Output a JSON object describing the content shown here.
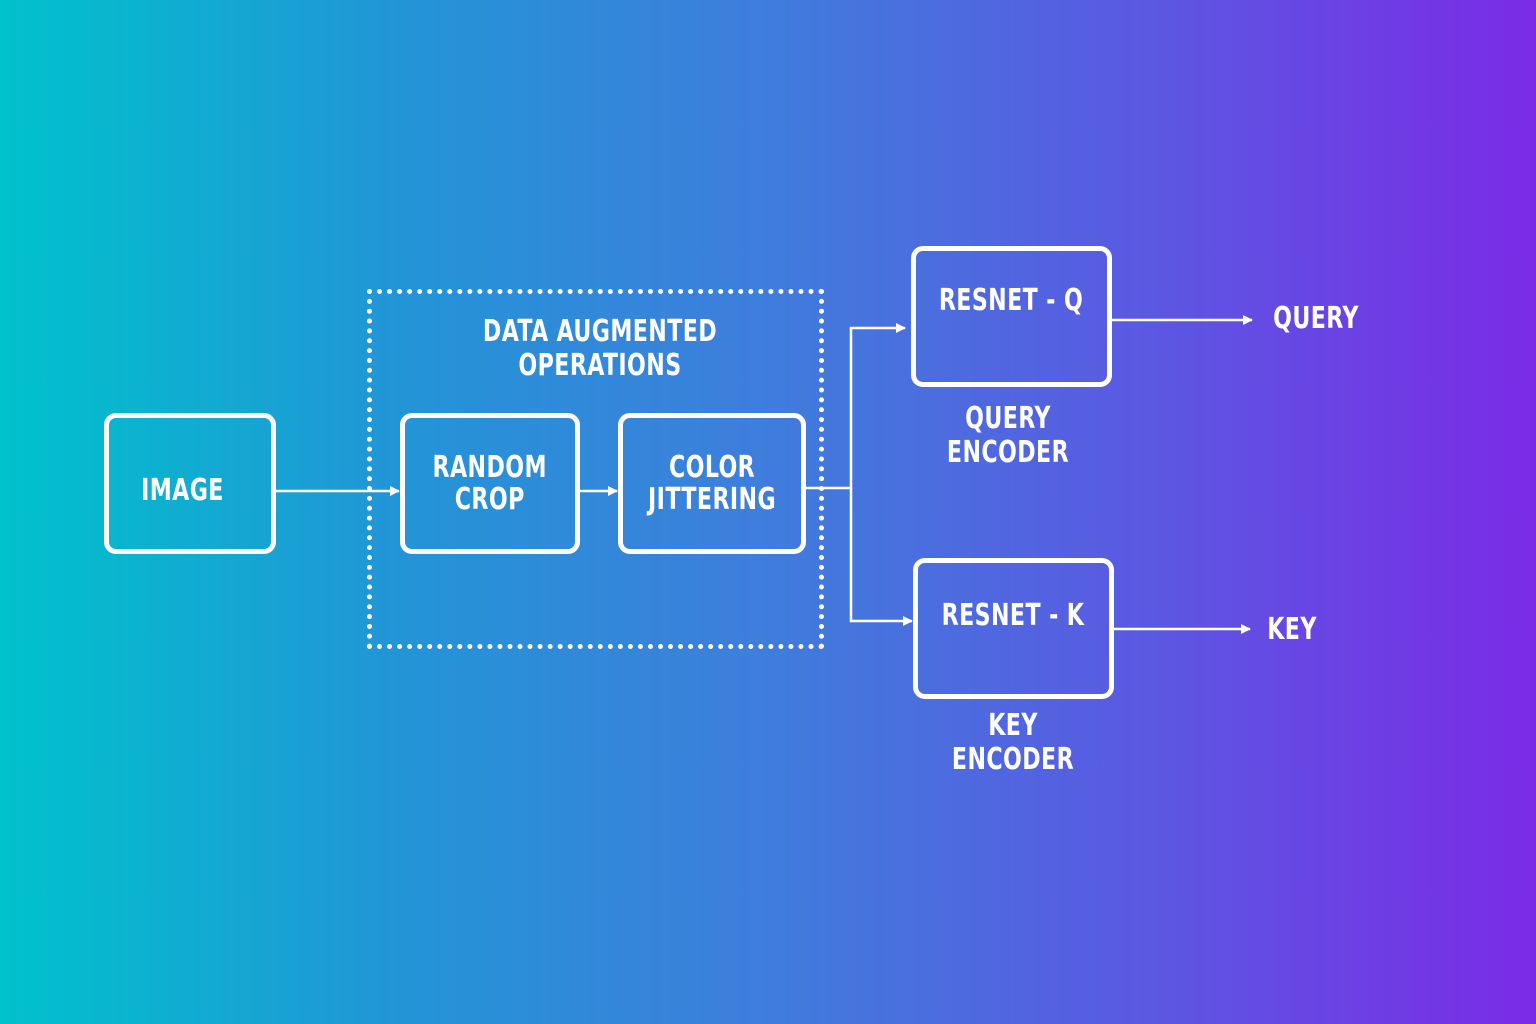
{
  "group": {
    "title": "DATA AUGMENTED OPERATIONS"
  },
  "nodes": {
    "image": "IMAGE",
    "random_crop": "RANDOM\nCROP",
    "color_jittering": "COLOR\nJITTERING",
    "resnet_q": "RESNET - Q",
    "resnet_k": "RESNET - K"
  },
  "captions": {
    "query_encoder": "QUERY\nENCODER",
    "key_encoder": "KEY\nENCODER"
  },
  "outputs": {
    "query": "QUERY",
    "key": "KEY"
  },
  "colors": {
    "gradient_start": "#00c2cc",
    "gradient_end": "#7b2be6",
    "foreground": "#ffffff"
  }
}
